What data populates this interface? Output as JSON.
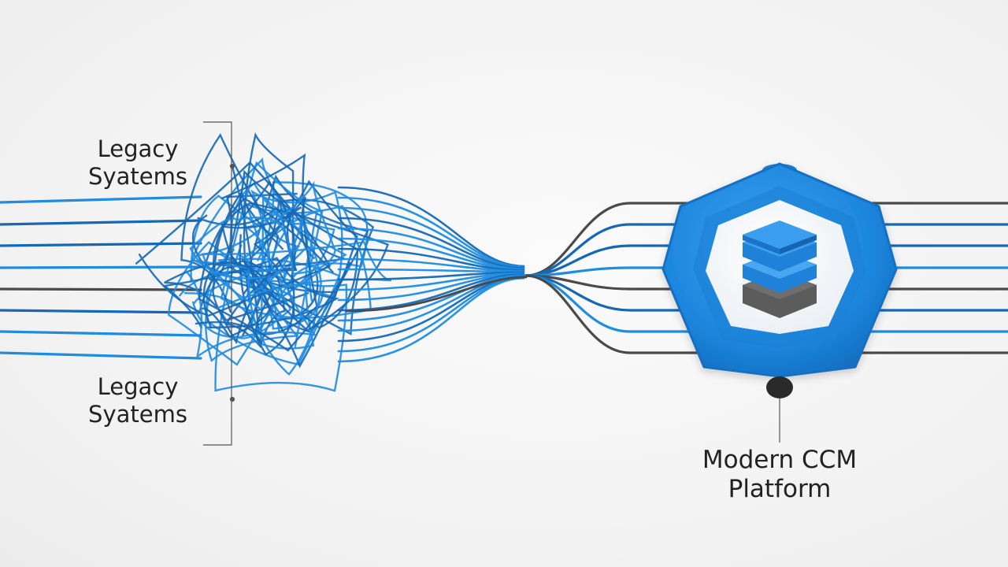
{
  "labels": {
    "legacy_top": {
      "line1": "Legacy",
      "line2": "Syatems"
    },
    "legacy_bottom": {
      "line1": "Legacy",
      "line2": "Syatems"
    },
    "platform": {
      "line1": "Modern CCM",
      "line2": "Platform"
    }
  },
  "colors": {
    "wire_blue": "#1f8ce0",
    "wire_blue_dark": "#1668b5",
    "wire_gray": "#4a4a4a",
    "hub_blue": "#1e8fe6",
    "hub_inner": "#ffffff",
    "stack_blue": "#2b8fe0",
    "stack_gray": "#5a5a5a"
  },
  "icons": {
    "hub": "hexagon-hub-icon",
    "stack": "database-stack-icon"
  }
}
